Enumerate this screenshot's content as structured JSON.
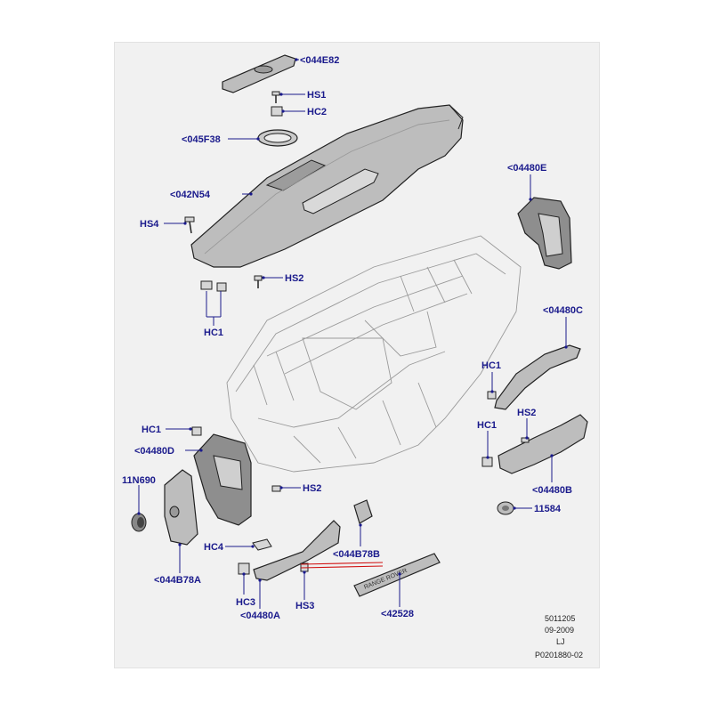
{
  "labels": {
    "p044E82": "<044E82",
    "hs1": "HS1",
    "hc2": "HC2",
    "p045F38": "<045F38",
    "p042N54": "<042N54",
    "hs4": "HS4",
    "hs2_top": "HS2",
    "hc1_top": "HC1",
    "p04480E": "<04480E",
    "p04480C": "<04480C",
    "hc1_right": "HC1",
    "hc1_right2": "HC1",
    "hs2_right": "HS2",
    "p04480B": "<04480B",
    "p11584": "11584",
    "hc1_left": "HC1",
    "p04480D": "<04480D",
    "p11N690": "11N690",
    "hs2_left": "HS2",
    "p044B78A": "<044B78A",
    "hc4": "HC4",
    "p044B78B": "<044B78B",
    "hc3": "HC3",
    "p04480A": "<04480A",
    "hs3": "HS3",
    "p42528": "<42528"
  },
  "emblem_text": "RANGE ROVER",
  "meta": {
    "code": "5011205",
    "date": "09-2009",
    "initials": "LJ",
    "ref": "P0201880-02"
  },
  "colors": {
    "label": "#1a1a8c",
    "highlight_line": "#d01010"
  }
}
